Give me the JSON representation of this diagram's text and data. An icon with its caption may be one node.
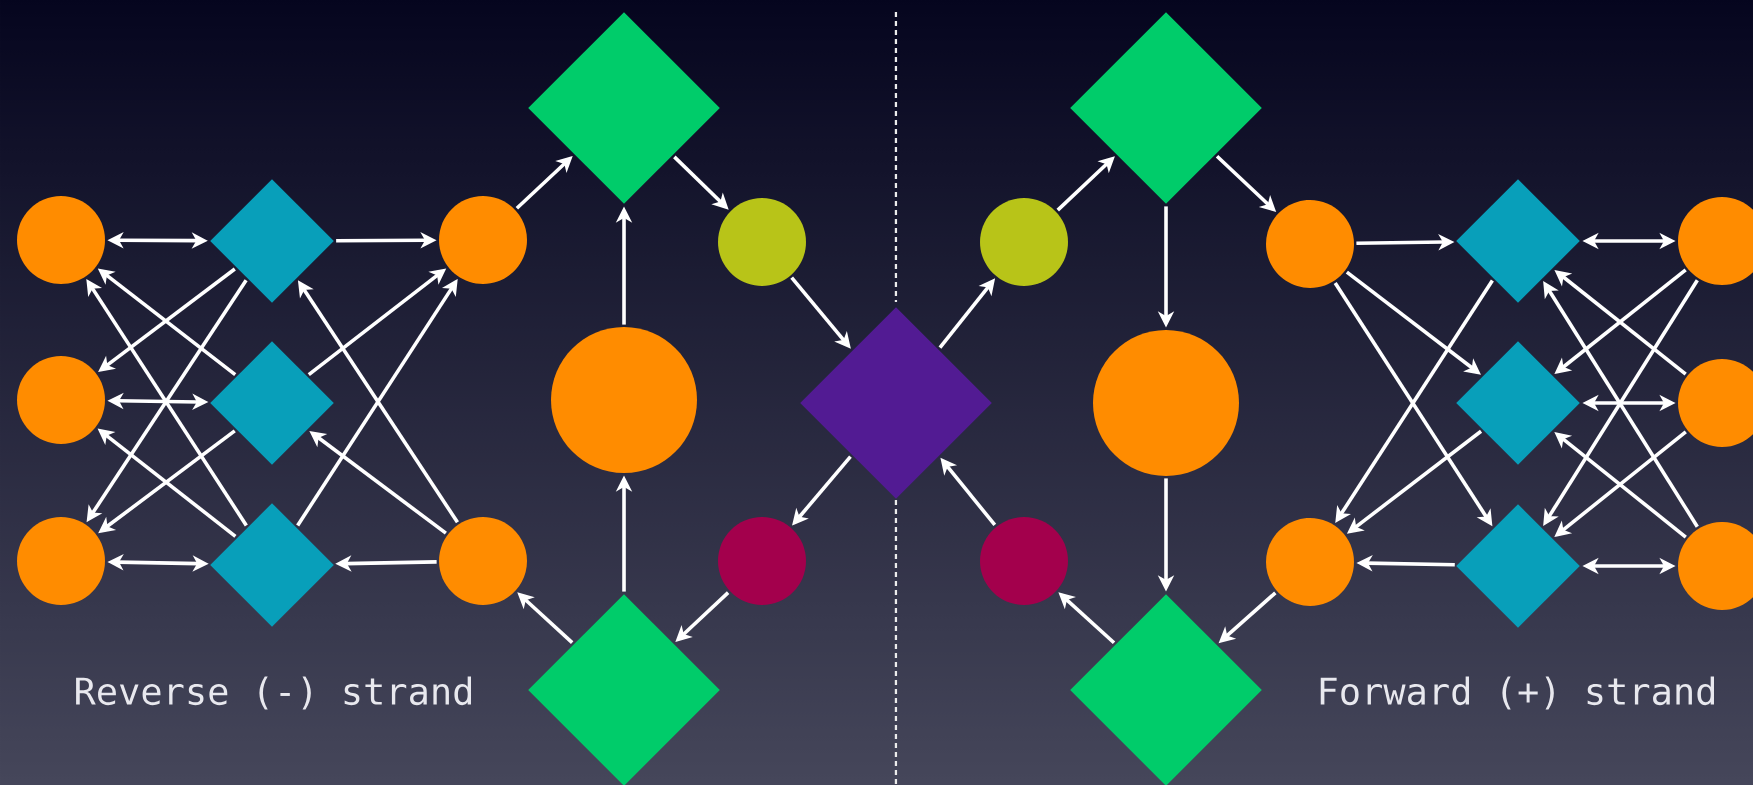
{
  "diagram": {
    "nodes": [
      {
        "text": [],
        "shape": "circle"
      },
      {
        "text": [],
        "shape": "diamond"
      },
      {
        "text": [],
        "shape": "circle"
      },
      {
        "text": [],
        "shape": "diamond"
      },
      {
        "text": [],
        "shape": "circle"
      },
      {
        "text": [],
        "shape": "circle"
      },
      {
        "text": [],
        "shape": "diamond"
      },
      {
        "text": [],
        "shape": "circle"
      },
      {
        "text": [],
        "shape": "diamond"
      },
      {
        "text": [],
        "shape": "circle"
      },
      {
        "text": [],
        "shape": "diamond"
      },
      {
        "text": [],
        "shape": "circle"
      },
      {
        "text": [],
        "shape": "circle"
      },
      {
        "text": [],
        "shape": "diamond"
      },
      {
        "text": [],
        "shape": "diamond"
      },
      {
        "text": [],
        "shape": "circle"
      },
      {
        "text": [],
        "shape": "circle"
      },
      {
        "text": [],
        "shape": "diamond"
      },
      {
        "text": [],
        "shape": "circle"
      },
      {
        "text": [],
        "shape": "circle"
      },
      {
        "text": [],
        "shape": "diamond"
      },
      {
        "text": [],
        "shape": "circle"
      },
      {
        "text": [],
        "shape": "circle"
      },
      {
        "text": [],
        "shape": "circle"
      },
      {
        "text": [],
        "shape": "diamond"
      },
      {
        "text": [],
        "shape": "circle"
      },
      {
        "text": [],
        "shape": "diamond"
      }
    ],
    "edges": [
      {
        "from": 0,
        "to": 1,
        "arrow": "both"
      },
      {
        "from": 1,
        "to": 2,
        "arrow": "to"
      },
      {
        "from": 5,
        "to": 6,
        "arrow": "both"
      },
      {
        "from": 9,
        "to": 10,
        "arrow": "both"
      },
      {
        "from": 11,
        "to": 10,
        "arrow": "to"
      },
      {
        "from": 1,
        "to": 5,
        "arrow": "to"
      },
      {
        "from": 1,
        "to": 9,
        "arrow": "to"
      },
      {
        "from": 6,
        "to": 0,
        "arrow": "to"
      },
      {
        "from": 6,
        "to": 9,
        "arrow": "to"
      },
      {
        "from": 10,
        "to": 0,
        "arrow": "to"
      },
      {
        "from": 10,
        "to": 5,
        "arrow": "to"
      },
      {
        "from": 6,
        "to": 2,
        "arrow": "to"
      },
      {
        "from": 10,
        "to": 2,
        "arrow": "to"
      },
      {
        "from": 11,
        "to": 1,
        "arrow": "to"
      },
      {
        "from": 11,
        "to": 6,
        "arrow": "to"
      },
      {
        "from": 2,
        "to": 3,
        "arrow": "to"
      },
      {
        "from": 3,
        "to": 4,
        "arrow": "to"
      },
      {
        "from": 4,
        "to": 8,
        "arrow": "to"
      },
      {
        "from": 7,
        "to": 3,
        "arrow": "to"
      },
      {
        "from": 13,
        "to": 7,
        "arrow": "to"
      },
      {
        "from": 13,
        "to": 11,
        "arrow": "to"
      },
      {
        "from": 12,
        "to": 13,
        "arrow": "to"
      },
      {
        "from": 8,
        "to": 12,
        "arrow": "to"
      },
      {
        "from": 8,
        "to": 15,
        "arrow": "to"
      },
      {
        "from": 15,
        "to": 14,
        "arrow": "to"
      },
      {
        "from": 14,
        "to": 16,
        "arrow": "to"
      },
      {
        "from": 14,
        "to": 19,
        "arrow": "to"
      },
      {
        "from": 19,
        "to": 26,
        "arrow": "to"
      },
      {
        "from": 23,
        "to": 26,
        "arrow": "to"
      },
      {
        "from": 26,
        "to": 22,
        "arrow": "to"
      },
      {
        "from": 22,
        "to": 8,
        "arrow": "to"
      },
      {
        "from": 16,
        "to": 17,
        "arrow": "to"
      },
      {
        "from": 16,
        "to": 20,
        "arrow": "to"
      },
      {
        "from": 16,
        "to": 24,
        "arrow": "to"
      },
      {
        "from": 17,
        "to": 23,
        "arrow": "to"
      },
      {
        "from": 20,
        "to": 23,
        "arrow": "to"
      },
      {
        "from": 24,
        "to": 23,
        "arrow": "to"
      },
      {
        "from": 17,
        "to": 18,
        "arrow": "both"
      },
      {
        "from": 20,
        "to": 21,
        "arrow": "both"
      },
      {
        "from": 24,
        "to": 25,
        "arrow": "both"
      },
      {
        "from": 18,
        "to": 20,
        "arrow": "to"
      },
      {
        "from": 18,
        "to": 24,
        "arrow": "to"
      },
      {
        "from": 21,
        "to": 17,
        "arrow": "to"
      },
      {
        "from": 21,
        "to": 24,
        "arrow": "to"
      },
      {
        "from": 25,
        "to": 17,
        "arrow": "to"
      },
      {
        "from": 25,
        "to": 20,
        "arrow": "to"
      }
    ],
    "labels": [
      "Reverse (-) strand",
      "Forward (+) strand"
    ]
  }
}
